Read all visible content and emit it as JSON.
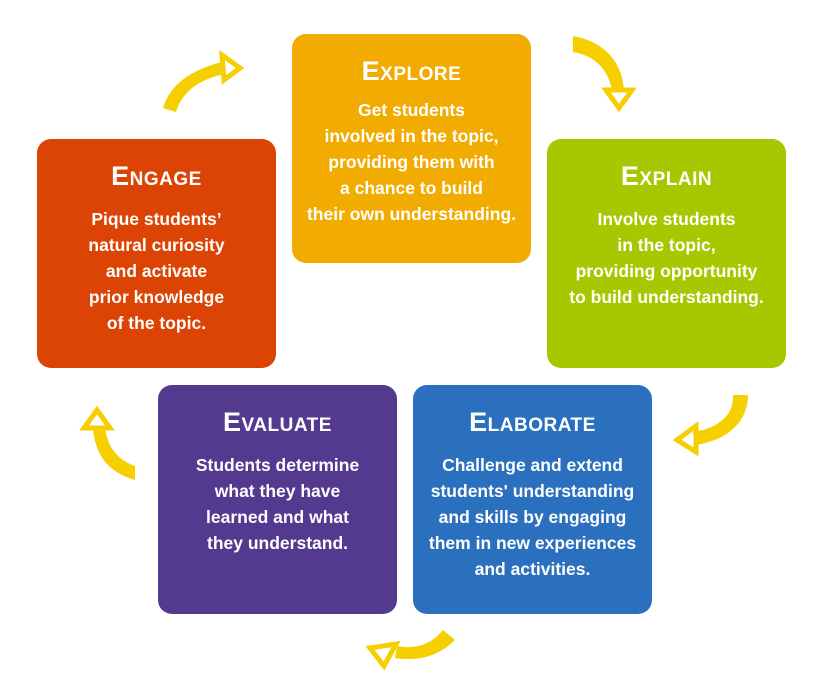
{
  "colors": {
    "explore": "#f2ab00",
    "engage": "#dc4405",
    "explain": "#a8c700",
    "evaluate": "#533a8f",
    "elaborate": "#2b70bf",
    "arrow": "#f5cf00"
  },
  "stages": {
    "explore": {
      "title": "Explore",
      "text": "Get students\ninvolved in the topic,\nproviding them with\na chance to build\ntheir own understanding."
    },
    "engage": {
      "title": "Engage",
      "text": "Pique students’\nnatural curiosity\nand activate\nprior knowledge\nof the topic."
    },
    "explain": {
      "title": "Explain",
      "text": "Involve students\nin the topic,\nproviding opportunity\nto build understanding."
    },
    "evaluate": {
      "title": "Evaluate",
      "text": "Students determine\nwhat they have\nlearned and what\nthey understand."
    },
    "elaborate": {
      "title": "Elaborate",
      "text": "Challenge and extend\nstudents' understanding\nand skills by engaging\nthem in new experiences\nand activities."
    }
  }
}
